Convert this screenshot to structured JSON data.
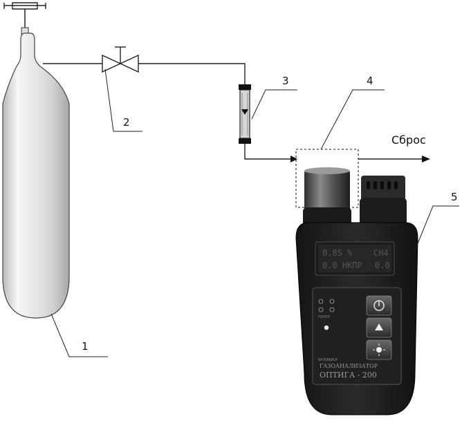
{
  "labels": {
    "cylinder": "1",
    "valve": "2",
    "rotameter": "3",
    "chamber": "4",
    "analyzer": "5",
    "exhaust": "Сброс"
  },
  "device": {
    "screen": {
      "row1_left": "0.85 %",
      "row1_right": "CH4",
      "row2_left": "0.0 НКПР",
      "row2_right": "0.0"
    },
    "panel_label_1": "ПОРОГ",
    "panel_label_2": "ВКЛ/ВЫКЛ",
    "brand_line1": "ГАЗОАНАЛИЗАТОР",
    "brand_line2": "ОПТИГА - 200"
  }
}
